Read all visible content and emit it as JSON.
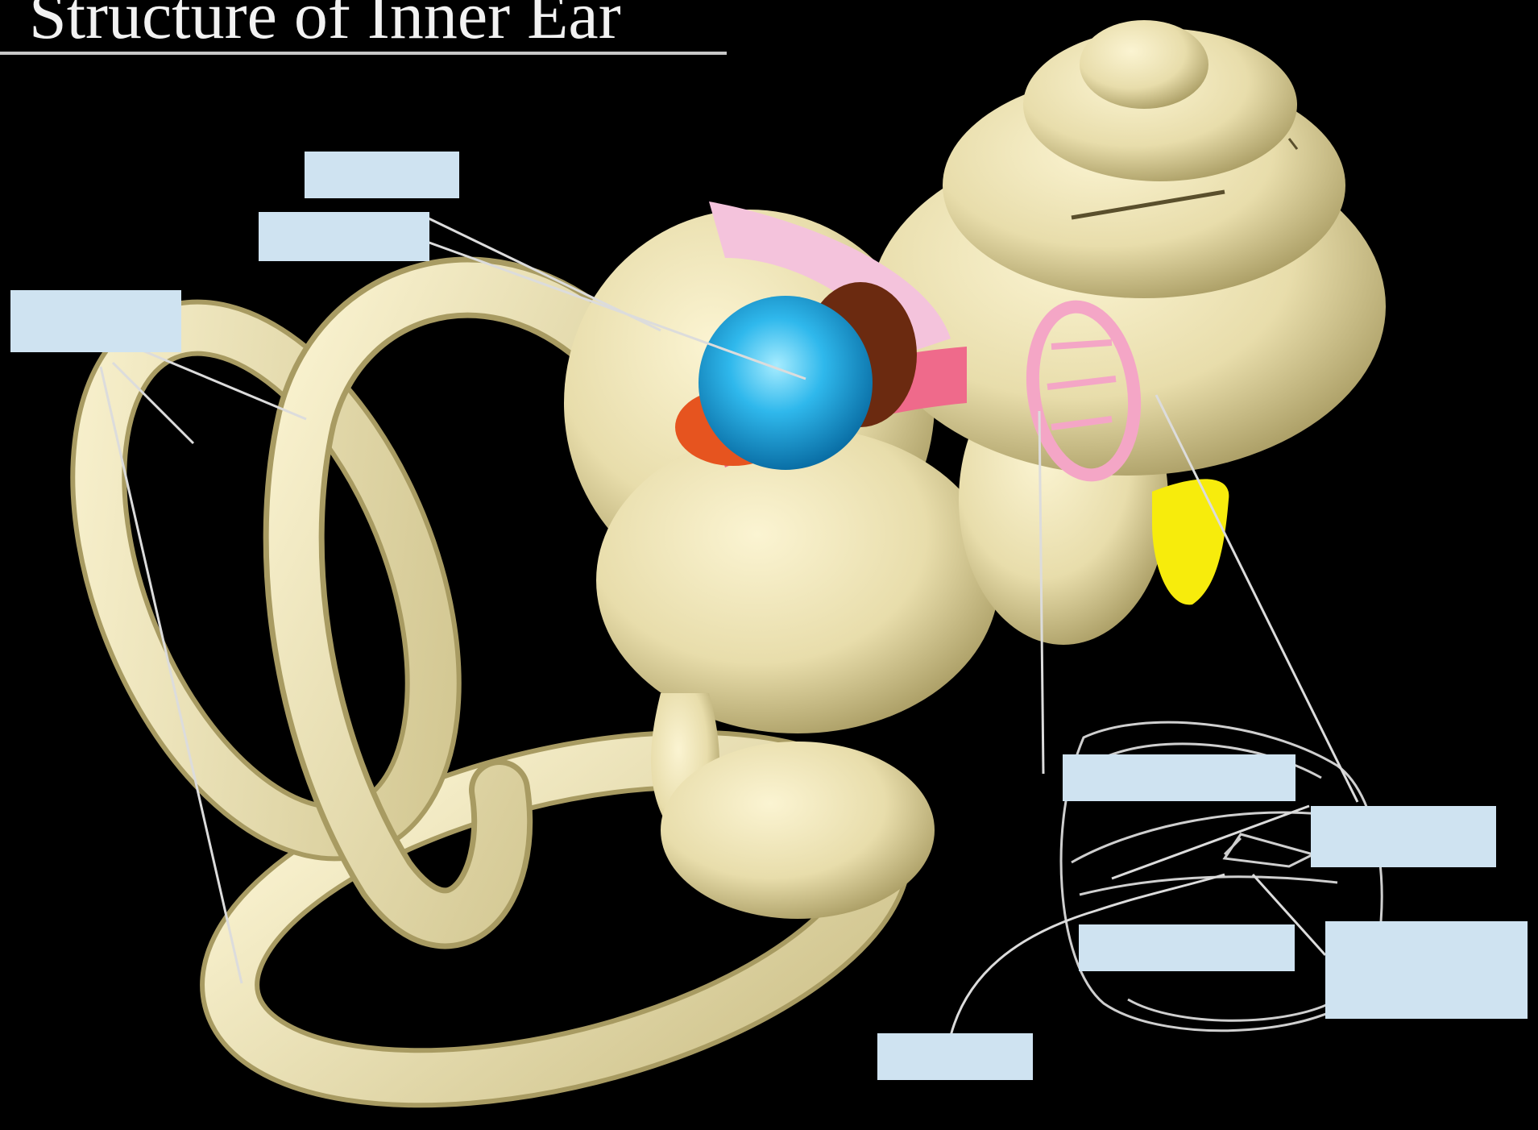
{
  "title": "Structure of Inner Ear",
  "colors": {
    "background": "#000000",
    "bone": "#ece3b6",
    "bone_shadow": "#b9ad7a",
    "label_box": "#cfe3f1",
    "saccule_sphere": "#2ab6ea",
    "membrane_light_pink": "#f4c3dc",
    "membrane_dark_pink": "#ef6a8b",
    "round_window": "#f7ec0c",
    "leader_line": "#d9d9d9"
  },
  "labels": [
    {
      "id": "label-box-1",
      "text": ""
    },
    {
      "id": "label-box-2",
      "text": ""
    },
    {
      "id": "label-box-3",
      "text": ""
    },
    {
      "id": "label-box-4",
      "text": ""
    },
    {
      "id": "label-box-5",
      "text": ""
    },
    {
      "id": "label-box-6",
      "text": ""
    },
    {
      "id": "label-box-7",
      "text": ""
    },
    {
      "id": "label-box-8",
      "text": ""
    }
  ]
}
